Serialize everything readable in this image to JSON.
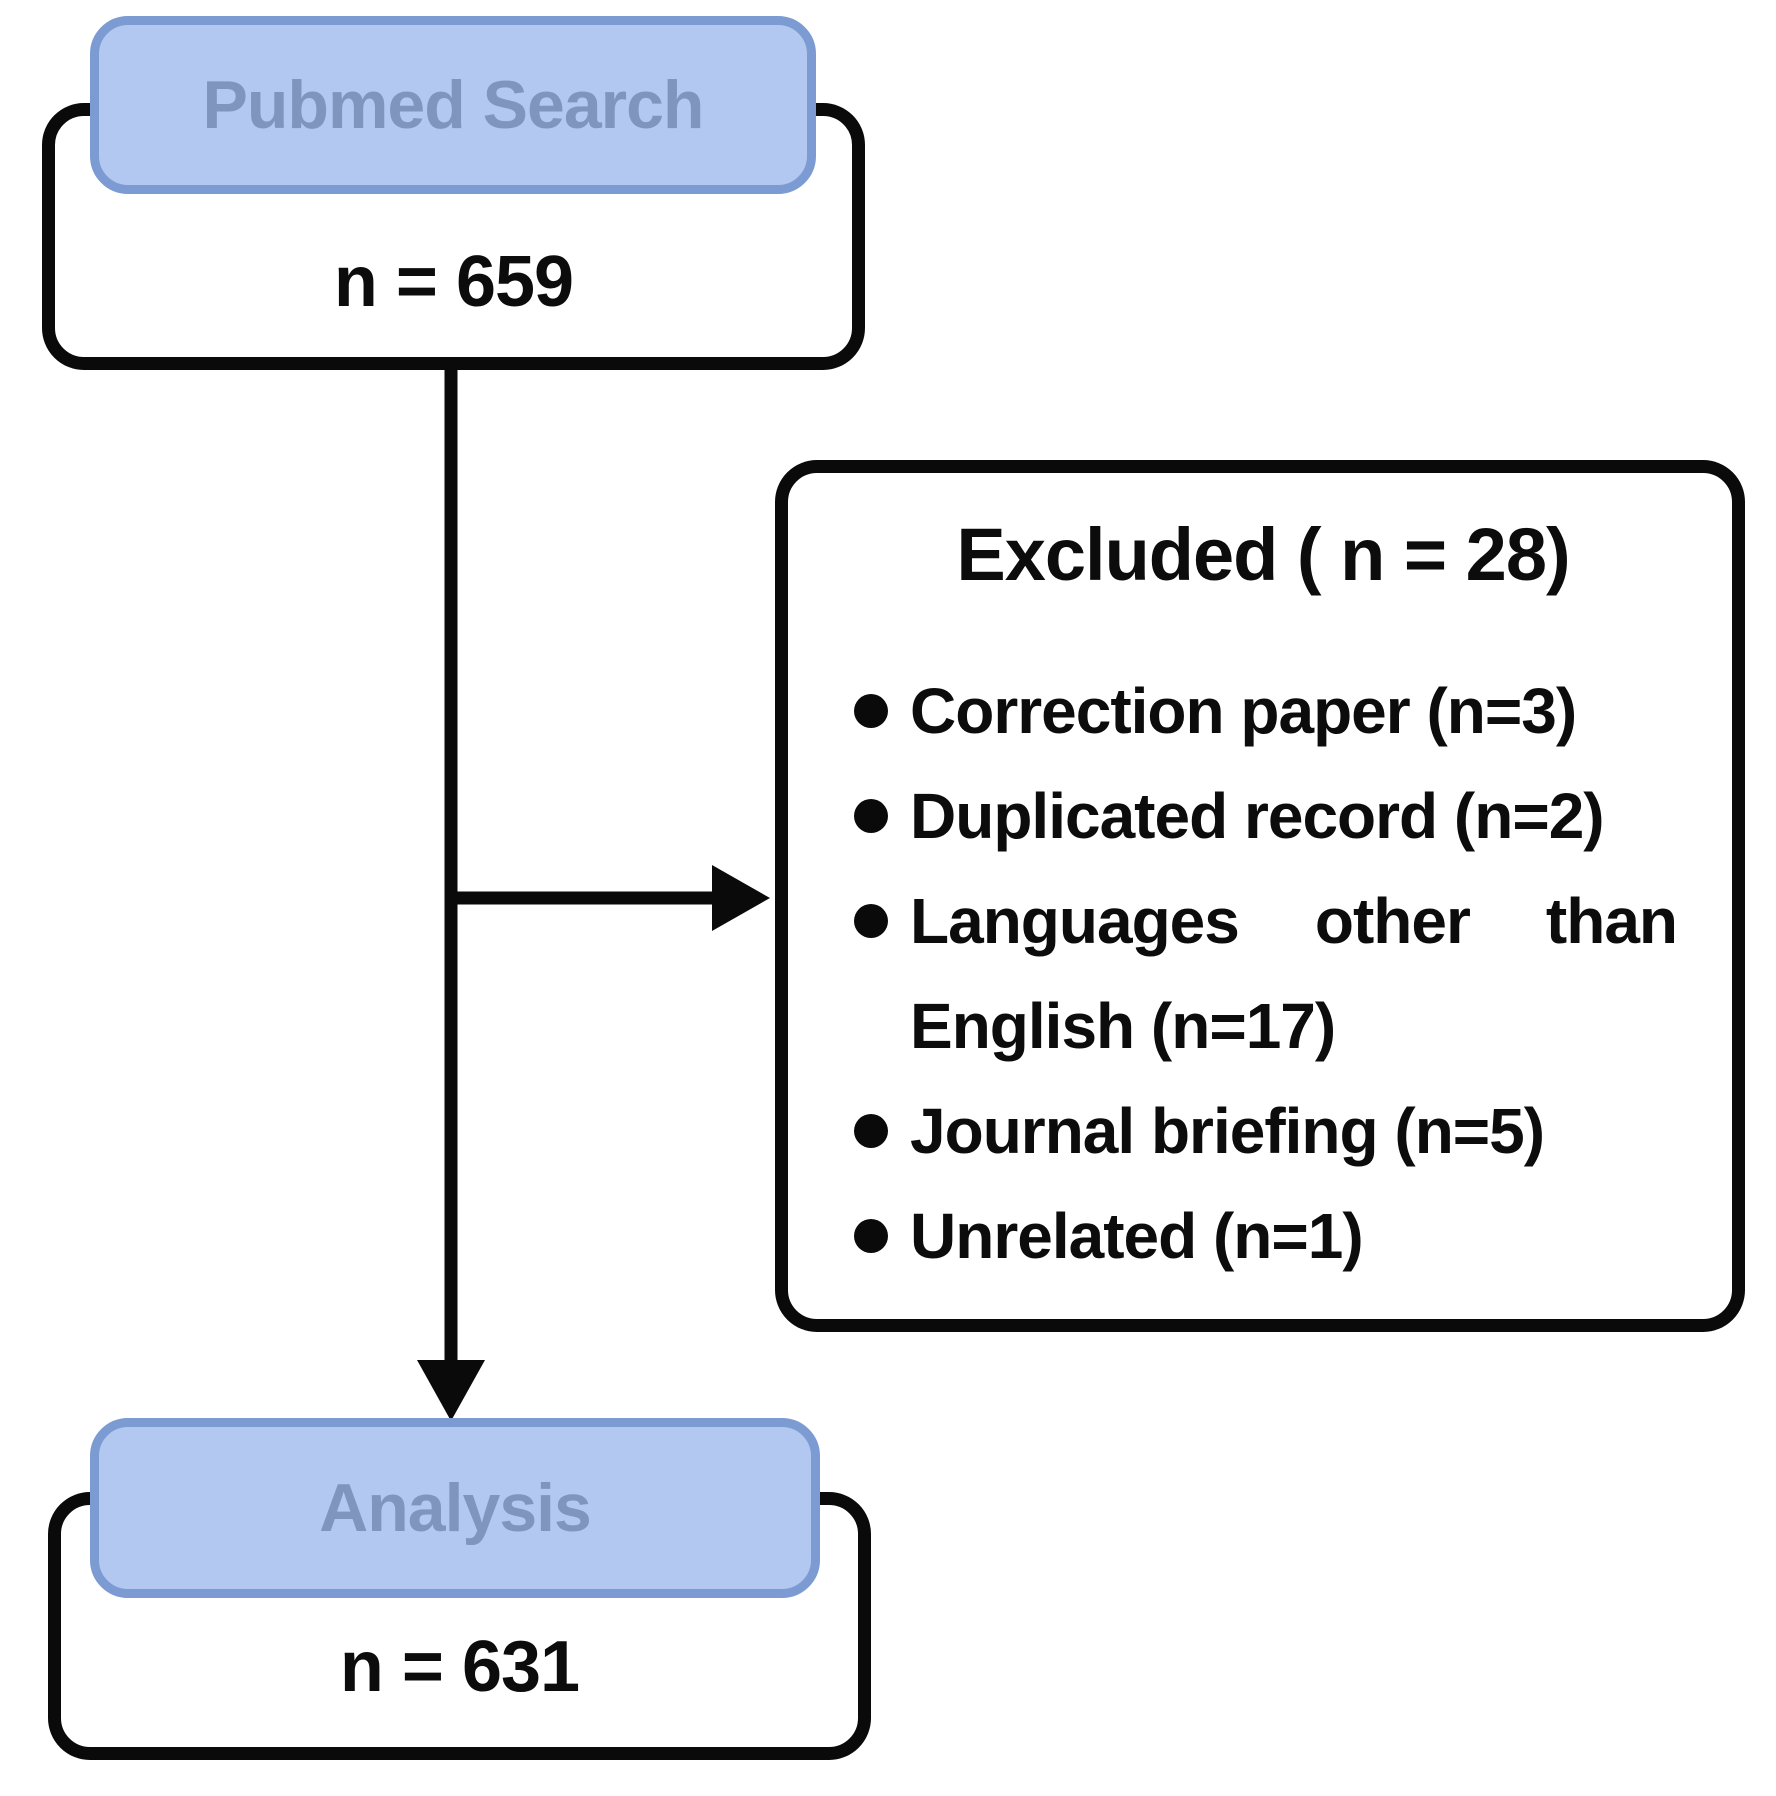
{
  "colors": {
    "node_fill": "#b2c8f0",
    "node_border": "#7b9bd2",
    "node_text": "#8095bd",
    "line": "#0a0a0a",
    "box_bg": "#ffffff"
  },
  "pubmed": {
    "header": "Pubmed Search",
    "count": "n = 659"
  },
  "analysis": {
    "header": "Analysis",
    "count": "n = 631"
  },
  "excluded": {
    "title": "Excluded ( n = 28)",
    "bullets": [
      {
        "text": "Correction paper (n=3)"
      },
      {
        "text": "Duplicated record (n=2)"
      },
      {
        "words": [
          "Languages",
          "other",
          "than"
        ],
        "text2": "English (n=17)"
      },
      {
        "text": "Journal briefing (n=5)"
      },
      {
        "text": "Unrelated (n=1)"
      }
    ]
  }
}
